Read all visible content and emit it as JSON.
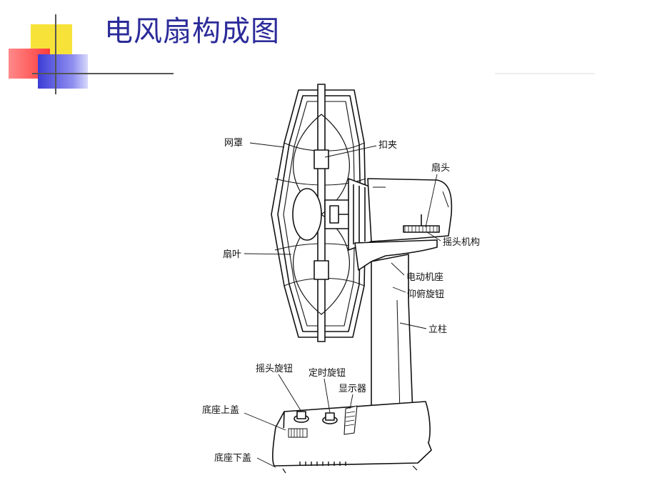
{
  "slide": {
    "title": "电风扇构成图"
  },
  "diagram": {
    "labels": {
      "wangzhao": "网罩",
      "koujia": "扣夹",
      "shantou": "扇头",
      "yaotoujigou": "摇头机构",
      "shanye": "扇叶",
      "diandongjizuo": "电动机座",
      "yangfuxuanniu": "仰俯旋钮",
      "lizhu": "立柱",
      "yaotouxuanniu": "摇头旋钮",
      "dingshixuanniu": "定时旋钮",
      "xianshiqi": "显示器",
      "dizuoshanggai": "底座上盖",
      "dizuoxiagai": "底座下盖"
    }
  }
}
